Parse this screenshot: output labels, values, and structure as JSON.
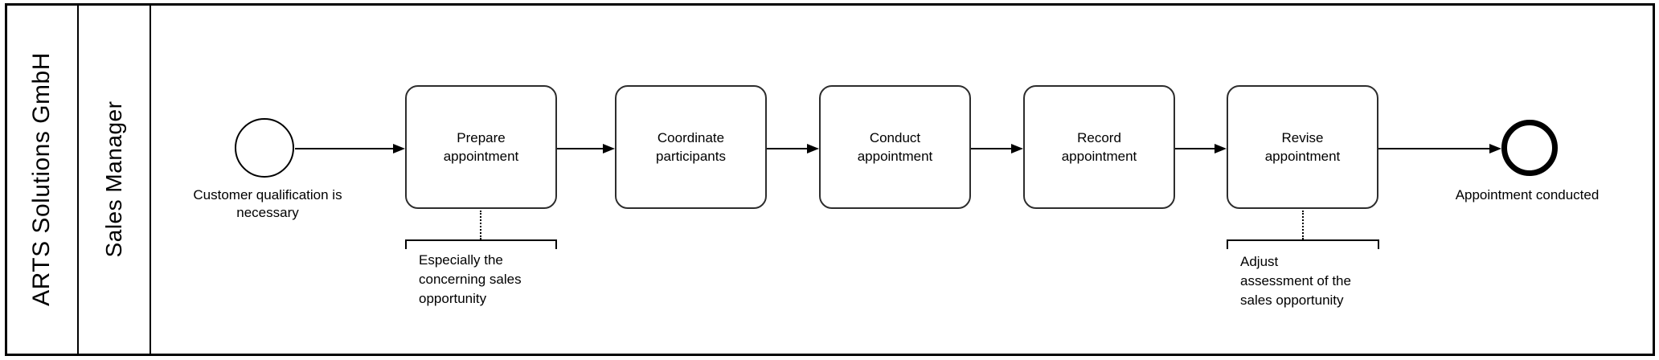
{
  "diagram": {
    "pool": {
      "label": "ARTS Solutions GmbH"
    },
    "lane": {
      "label": "Sales Manager"
    },
    "start_event": {
      "label": "Customer qualification is\nnecessary"
    },
    "tasks": [
      {
        "label": "Prepare appointment"
      },
      {
        "label": "Coordinate participants"
      },
      {
        "label": "Conduct appointment"
      },
      {
        "label": "Record appointment"
      },
      {
        "label": "Revise appointment"
      }
    ],
    "end_event": {
      "label": "Appointment conducted"
    },
    "annotations": [
      {
        "text": "Especially the\nconcerning sales\nopportunity",
        "attached_task": "Prepare appointment"
      },
      {
        "text": "Adjust\nassessment of the\nsales opportunity",
        "attached_task": "Revise appointment"
      }
    ],
    "colors": {
      "ink": "#000000",
      "paper": "#ffffff"
    }
  }
}
